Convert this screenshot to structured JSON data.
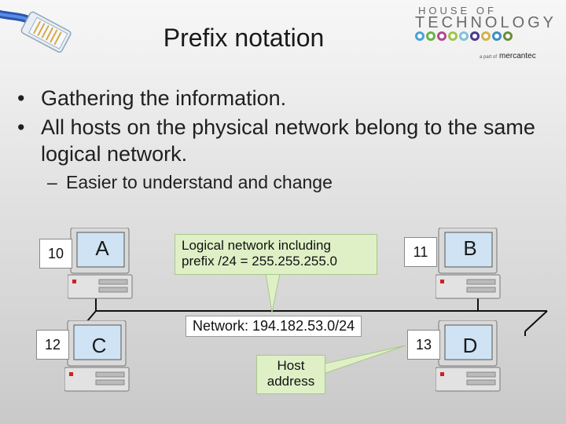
{
  "title": "Prefix notation",
  "logo": {
    "line1": "HOUSE OF",
    "line2": "TECHNOLOGY",
    "sub_prefix": "a part of",
    "sub_brand": "mercantec",
    "dot_colors": [
      "#4aa3d8",
      "#6bb24a",
      "#b04a8e",
      "#9ec64a",
      "#7fc3d8",
      "#4a3a8e",
      "#d8b04a",
      "#3a8ec6",
      "#6a8e3a"
    ]
  },
  "bullets": [
    "Gathering the information.",
    "All hosts on the physical network belong to the same logical network."
  ],
  "sub_bullet": "Easier to understand and change",
  "diagram": {
    "hosts": [
      {
        "letter": "A",
        "number": "10"
      },
      {
        "letter": "B",
        "number": "11"
      },
      {
        "letter": "C",
        "number": "12"
      },
      {
        "letter": "D",
        "number": "13"
      }
    ],
    "logical_callout": {
      "line1": "Logical network including",
      "line2": "prefix /24 = 255.255.255.0"
    },
    "network_label": "Network: 194.182.53.0/24",
    "host_callout": {
      "line1": "Host",
      "line2": "address"
    }
  },
  "colors": {
    "callout_fill": "#dff0c6",
    "screen_fill": "#cfe3f4",
    "cable": "#3a6fd0"
  }
}
